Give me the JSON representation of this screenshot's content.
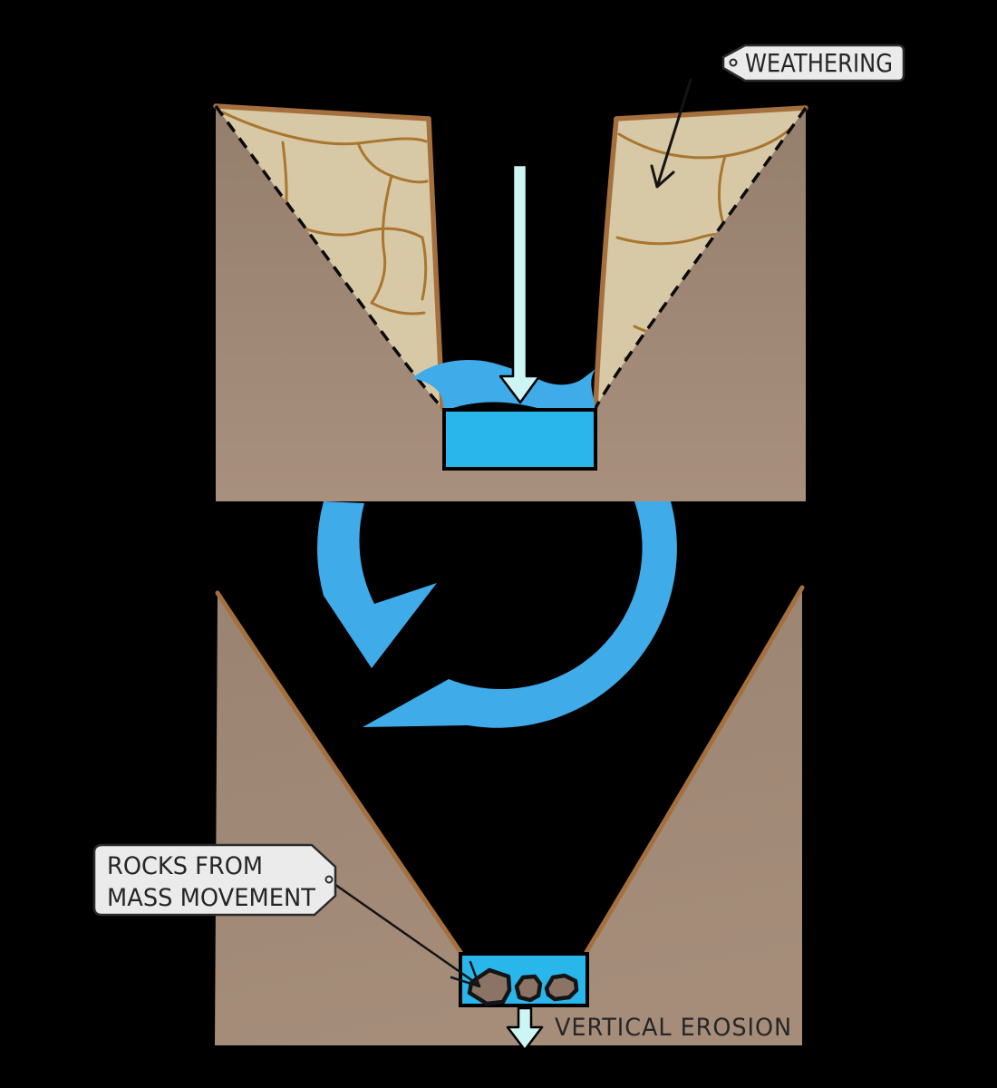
{
  "labels": {
    "weathering": "WEATHERING",
    "rocks_line1": "ROCKS FROM",
    "rocks_line2": "MASS MOVEMENT",
    "vertical_erosion": "VERTICAL EROSION"
  },
  "colors": {
    "background": "#000000",
    "soil_brown_top": "#947e6c",
    "soil_brown_bottom": "#a9907e",
    "weathered_rock_tan": "#d8c9a6",
    "crack_brown": "#a9762f",
    "surface_edge_brown": "#a5703d",
    "river_water_cyan": "#29b6ea",
    "splash_cycle_blue": "#3fabe9",
    "process_arrow_cyan": "#cdf5f3",
    "boulder_grey_brown": "#8b7466",
    "label_background": "#ebebeb",
    "label_border": "#2b2b2b",
    "ink_black": "#141414"
  },
  "icons": {
    "cycle_arrow": "large circular blue arrow meaning time passing / process repeats",
    "downcutting_arrow": "long pale-cyan arrow pointing down into the river",
    "erosion_arrow": "small pale-cyan arrow pointing down below the river bed",
    "weathering_pointer": "thin black arrow from WEATHERING tag to cracked rock",
    "rocks_pointer": "thin black arrows from tag to boulders in river",
    "tag_hole": "small circular hole on each tag label"
  }
}
